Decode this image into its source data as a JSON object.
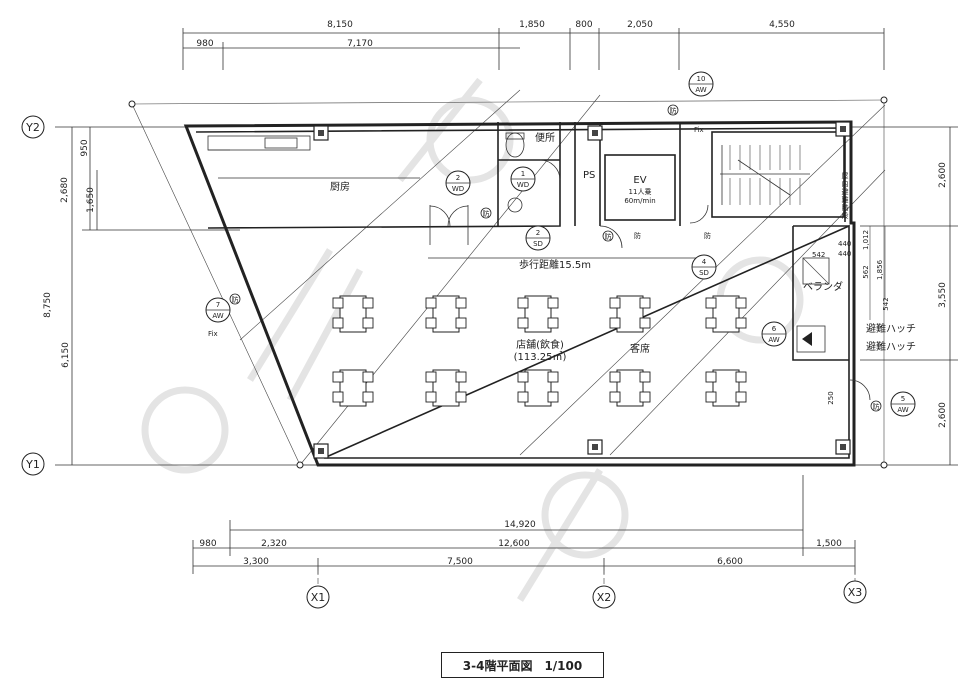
{
  "title": "3-4階平面図　1/100",
  "top_dims_row1": [
    "8,150",
    "1,850",
    "800",
    "2,050",
    "4,550"
  ],
  "top_dims_row2": [
    "980",
    "7,170"
  ],
  "bottom_dims_row1": [
    "14,920"
  ],
  "bottom_dims_row2": [
    "980",
    "2,320",
    "12,600",
    "1,500"
  ],
  "bottom_dims_row3": [
    "3,300",
    "7,500",
    "6,600"
  ],
  "left_dims": [
    "2,680",
    "950",
    "1,650",
    "8,750",
    "6,150"
  ],
  "right_dims": [
    "2,600",
    "3,550",
    "2,600"
  ],
  "right_small_dims": [
    "542",
    "1,012",
    "1,856",
    "562",
    "542",
    "440",
    "440",
    "250"
  ],
  "grid": {
    "x1": "X1",
    "x2": "X2",
    "x3": "X3",
    "y1": "Y1",
    "y2": "Y2"
  },
  "rooms": {
    "kitchen": "厨房",
    "toilet": "便所",
    "ps": "PS",
    "ev": "EV",
    "ev_cap": "11人乗",
    "ev_speed": "60m/min",
    "stair": "屋内避難階段",
    "store": "店舗(飲食)",
    "store_area": "(113.25㎡)",
    "seating": "客席",
    "veranda": "ベランダ",
    "walk": "歩行距離15.5m",
    "hatch1": "避難ハッチ",
    "hatch2": "避難ハッチ",
    "fix1": "Fix",
    "fix2": "Fix"
  },
  "tags": [
    {
      "num": "10",
      "code": "AW"
    },
    {
      "num": "2",
      "code": "WD"
    },
    {
      "num": "1",
      "code": "WD"
    },
    {
      "num": "2",
      "code": "SD"
    },
    {
      "num": "4",
      "code": "SD"
    },
    {
      "num": "7",
      "code": "AW"
    },
    {
      "num": "6",
      "code": "AW"
    },
    {
      "num": "5",
      "code": "AW"
    }
  ],
  "marks": {
    "bo": "防"
  }
}
